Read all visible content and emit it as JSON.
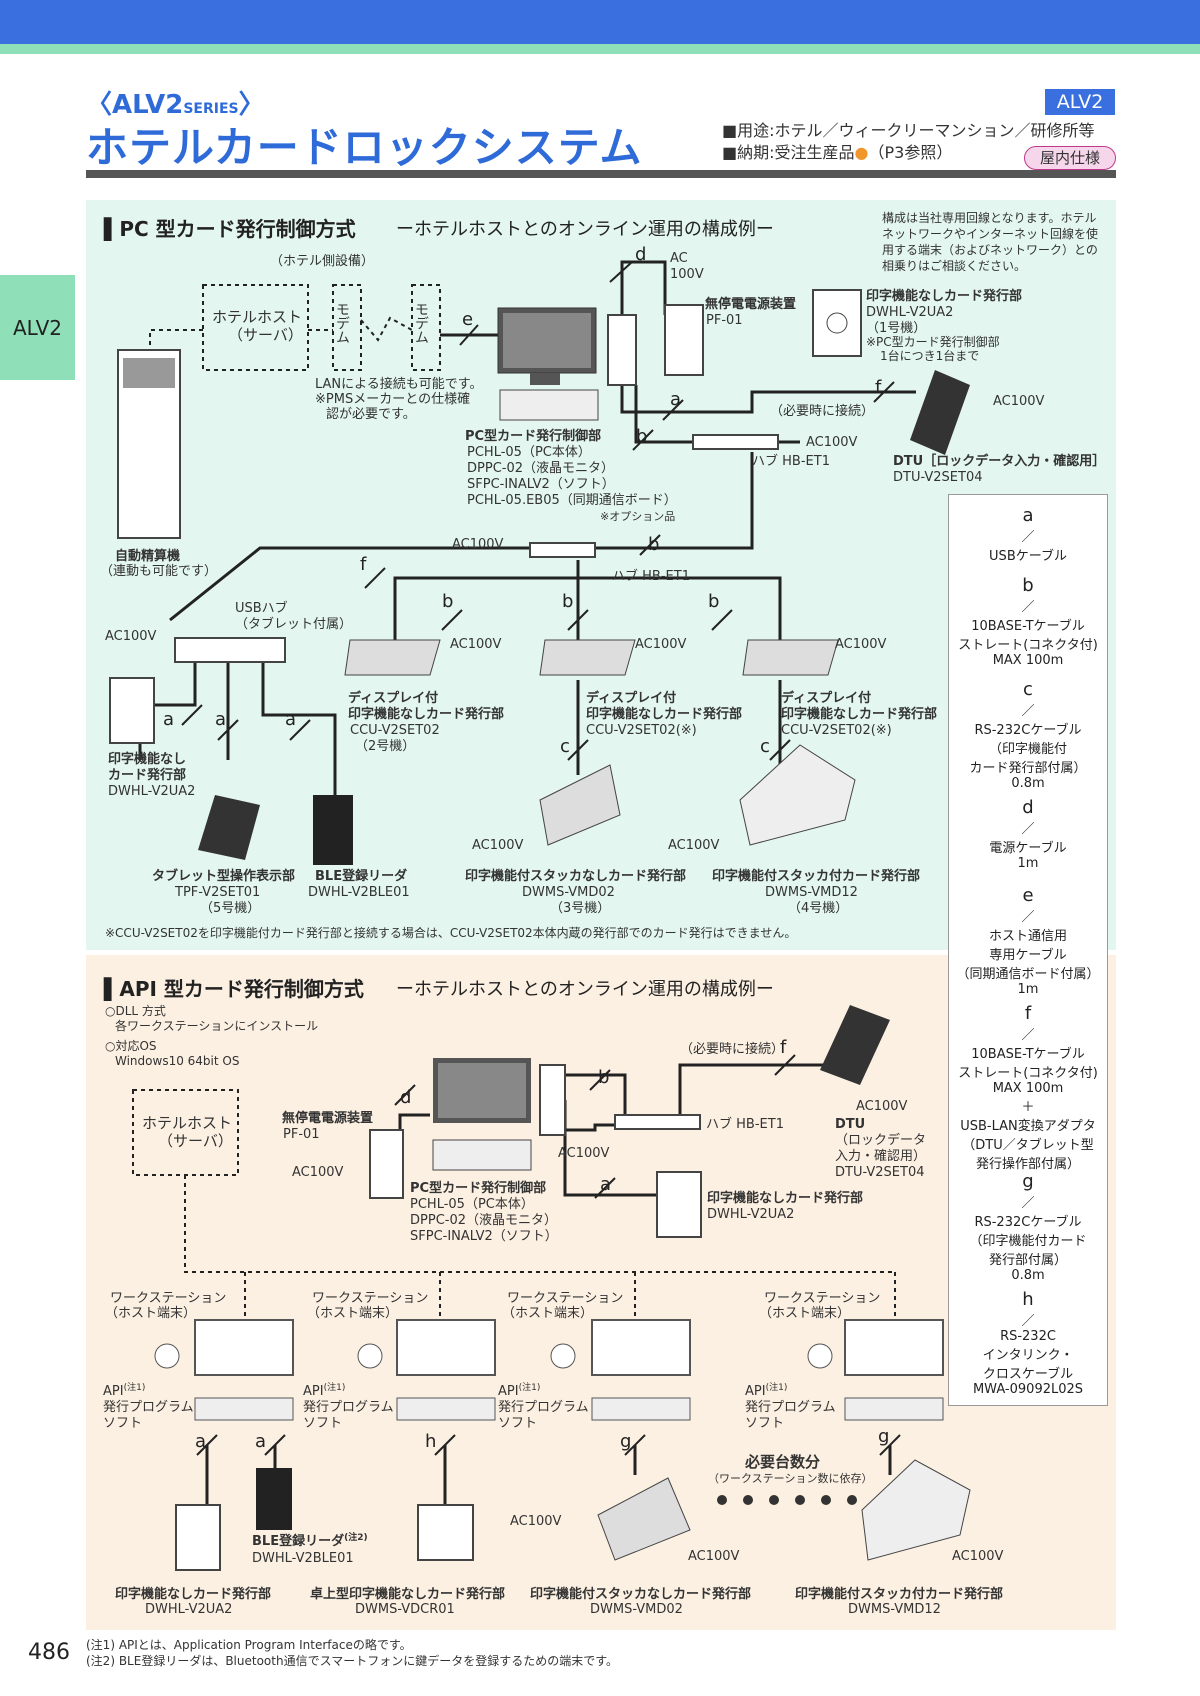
{
  "header": {
    "series": "〈ALV2",
    "series_small": "SERIES",
    "series_close": "〉",
    "title": "ホテルカードロックシステム",
    "badge": "ALV2",
    "usage": "■用途:ホテル／ウィークリーマンション／研修所等",
    "delivery_prefix": "■納期:受注生産品",
    "delivery_dot": "●",
    "delivery_suffix": "（P3参照）",
    "indoor": "屋内仕様",
    "side_tab": "ALV2"
  },
  "pc_section": {
    "title": "▌PC 型カード発行制御方式",
    "subtitle": "ーホテルホストとのオンライン運用の構成例ー",
    "note": "構成は当社専用回線となります。ホテルネットワークやインターネット回線を使用する端末（およびネットワーク）との相乗りはご相談ください。",
    "hotel_side": "（ホテル側設備）",
    "hotel_host": "ホテルホスト",
    "server": "（サーバ）",
    "modem": "モデム",
    "lan_note1": "LANによる接続も可能です。",
    "lan_note2": "※PMSメーカーとの仕様確",
    "lan_note3": "認が必要です。",
    "auto_pay": "自動精算機",
    "auto_pay_sub": "（連動も可能です）",
    "pc_ctrl": "PC型カード発行制御部",
    "pc_ctrl_items": [
      "PCHL-05（PC本体）",
      "DPPC-02（液晶モニタ）",
      "SFPC-INALV2（ソフト）",
      "PCHL-05.EB05（同期通信ボード）",
      "※オプション品"
    ],
    "ups": "無停電電源装置",
    "ups_model": "PF-01",
    "ac": "AC",
    "v100": "100V",
    "ac100": "AC100V",
    "printer_less": "印字機能なしカード発行部",
    "printer_less_model": "DWHL-V2UA2",
    "printer_less_unit": "（1号機）",
    "printer_less_note1": "※PC型カード発行制御部",
    "printer_less_note2": "1台につき1台まで",
    "when_needed": "（必要時に接続）",
    "hub": "ハブ",
    "hub_model": "HB-ET1",
    "dtu": "DTU",
    "dtu_desc": "［ロックデータ入力・確認用］",
    "dtu_model": "DTU-V2SET04",
    "usb_hub": "USBハブ",
    "usb_hub_sub": "（タブレット付属）",
    "disp1": "ディスプレイ付",
    "disp2": "印字機能なしカード発行部",
    "disp_model2": "CCU-V2SET02",
    "disp_unit2": "（2号機）",
    "disp_model3": "CCU-V2SET02(※)",
    "printer_less2a": "印字機能なし",
    "printer_less2b": "カード発行部",
    "tablet": "タブレット型操作表示部",
    "tablet_model": "TPF-V2SET01",
    "tablet_unit": "（5号機）",
    "ble": "BLE登録リーダ",
    "ble_model": "DWHL-V2BLE01",
    "stacker_less": "印字機能付スタッカなしカード発行部",
    "stacker_less_model": "DWMS-VMD02",
    "stacker_less_unit": "（3号機）",
    "stacker": "印字機能付スタッカ付カード発行部",
    "stacker_model": "DWMS-VMD12",
    "stacker_unit": "（4号機）",
    "footnote": "※CCU-V2SET02を印字機能付カード発行部と接続する場合は、CCU-V2SET02本体内蔵の発行部でのカード発行はできません。",
    "letters": [
      "a",
      "b",
      "c",
      "d",
      "e",
      "f"
    ]
  },
  "legend": [
    {
      "letter": "a",
      "lines": [
        "USBケーブル"
      ]
    },
    {
      "letter": "b",
      "lines": [
        "10BASE-Tケーブル",
        "ストレート(コネクタ付)",
        "MAX 100m"
      ]
    },
    {
      "letter": "c",
      "lines": [
        "RS-232Cケーブル",
        "（印字機能付",
        "カード発行部付属）",
        "0.8m"
      ]
    },
    {
      "letter": "d",
      "lines": [
        "電源ケーブル",
        "1m"
      ]
    },
    {
      "letter": "e",
      "lines": [
        "ホスト通信用",
        "専用ケーブル",
        "（同期通信ボード付属）",
        "1m"
      ]
    },
    {
      "letter": "f",
      "lines": [
        "10BASE-Tケーブル",
        "ストレート(コネクタ付)",
        "MAX 100m",
        "＋",
        "USB-LAN変換アダプタ",
        "（DTU／タブレット型",
        "発行操作部付属）"
      ]
    },
    {
      "letter": "g",
      "lines": [
        "RS-232Cケーブル",
        "（印字機能付カード",
        "発行部付属）",
        "0.8m"
      ]
    },
    {
      "letter": "h",
      "lines": [
        "RS-232C",
        "インタリンク・",
        "クロスケーブル",
        "MWA-09092L02S"
      ]
    }
  ],
  "api_section": {
    "title": "▌API 型カード発行制御方式",
    "subtitle": "ーホテルホストとのオンライン運用の構成例ー",
    "dll1": "○DLL 方式",
    "dll2": "各ワークステーションにインストール",
    "os1": "○対応OS",
    "os2": "Windows10 64bit OS",
    "hotel_host": "ホテルホスト",
    "server": "（サーバ）",
    "ups": "無停電電源装置",
    "ups_model": "PF-01",
    "ac100": "AC100V",
    "pc_ctrl": "PC型カード発行制御部",
    "pc_ctrl_items": [
      "PCHL-05（PC本体）",
      "DPPC-02（液晶モニタ）",
      "SFPC-INALV2（ソフト）"
    ],
    "when_needed": "（必要時に接続）",
    "hub": "ハブ",
    "hub_model": "HB-ET1",
    "dtu": "DTU",
    "dtu_desc1": "（ロックデータ",
    "dtu_desc2": "入力・確認用）",
    "dtu_model": "DTU-V2SET04",
    "printer_less": "印字機能なしカード発行部",
    "printer_less_model": "DWHL-V2UA2",
    "workstation": "ワークステーション",
    "host_terminal": "（ホスト端末）",
    "api1": "API",
    "api_sup": "(注1)",
    "api2": "発行プログラム",
    "api3": "ソフト",
    "needed": "必要台数分",
    "needed_sub": "（ワークステーション数に依存）",
    "ble": "BLE登録リーダ",
    "ble_sup": "(注2)",
    "ble_model": "DWHL-V2BLE01",
    "bottom_labels": [
      {
        "name": "印字機能なしカード発行部",
        "model": "DWHL-V2UA2"
      },
      {
        "name": "卓上型印字機能なしカード発行部",
        "model": "DWMS-VDCR01"
      },
      {
        "name": "印字機能付スタッカなしカード発行部",
        "model": "DWMS-VMD02"
      },
      {
        "name": "印字機能付スタッカ付カード発行部",
        "model": "DWMS-VMD12"
      }
    ],
    "letters": [
      "a",
      "b",
      "d",
      "f",
      "g",
      "h"
    ]
  },
  "footer": {
    "page": "486",
    "note1": "(注1) APIとは、Application Program Interfaceの略です。",
    "note2": "(注2) BLE登録リーダは、Bluetooth通信でスマートフォンに鍵データを登録するための端末です。"
  }
}
